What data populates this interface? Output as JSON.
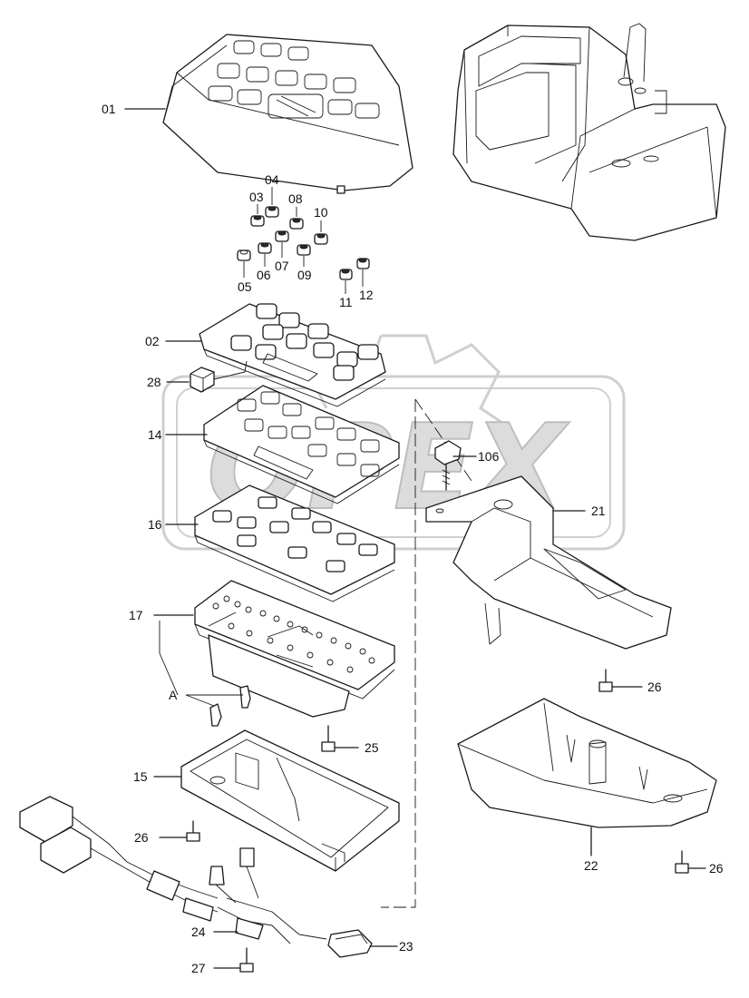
{
  "watermark": {
    "text": "OPEX"
  },
  "labels": {
    "l01": "01",
    "l02": "02",
    "l03": "03",
    "l04": "04",
    "l05": "05",
    "l06": "06",
    "l07": "07",
    "l08": "08",
    "l09": "09",
    "l10": "10",
    "l11": "11",
    "l12": "12",
    "l14": "14",
    "l15": "15",
    "l16": "16",
    "l17": "17",
    "l21": "21",
    "l22": "22",
    "l23": "23",
    "l24": "24",
    "l25": "25",
    "l26a": "26",
    "l26b": "26",
    "l26c": "26",
    "l27": "27",
    "l28": "28",
    "l106": "106",
    "lA": "A"
  }
}
